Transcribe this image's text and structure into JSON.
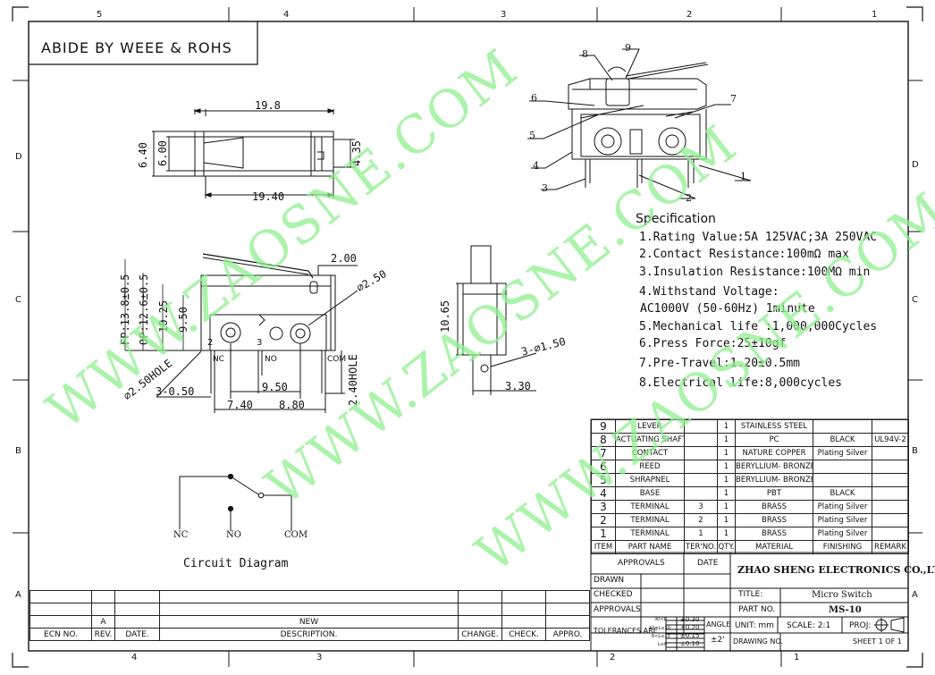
{
  "header": {
    "notice": "ABIDE BY WEEE & ROHS"
  },
  "grid": {
    "top": [
      "5",
      "4",
      "3",
      "2",
      "1"
    ],
    "bottom": [
      "4",
      "3",
      "2",
      "1"
    ],
    "left": [
      "D",
      "C",
      "B",
      "A"
    ],
    "right": [
      "D",
      "C",
      "B",
      "A"
    ]
  },
  "watermark": "WWW.ZAOSNE.COM",
  "top_view": {
    "d_width_top": "19.8",
    "d_width_bottom": "19.40",
    "d_h1": "6.40",
    "d_h2": "6.00",
    "d_h3": "4.35"
  },
  "front_view": {
    "d_lever": "2.00",
    "d_hole_r": "⌀2.50",
    "d_fp": "FP:13.8±0.5",
    "d_op": "OP:12.6±0.5",
    "d_h_1025": "10.25",
    "d_h_950": "9.50",
    "d_hole": "⌀2.50HOLE",
    "d_3_050": "3-0.50",
    "d_950b": "9.50",
    "d_740": "7.40",
    "d_880": "8.80",
    "d_240hole": "2.40HOLE",
    "lbl_nc": "NC",
    "lbl_no": "NO",
    "lbl_com": "COM",
    "pin_2": "2",
    "pin_3": "3"
  },
  "side_view": {
    "d_1065": "10.65",
    "d_3_150": "3-⌀1.50",
    "d_330": "3.30"
  },
  "iso_callouts": [
    "1",
    "2",
    "3",
    "4",
    "5",
    "6",
    "7",
    "8",
    "9"
  ],
  "specification": {
    "title": "Specification",
    "items": [
      "1.Rating Value:5A 125VAC;3A 250VAC",
      "2.Contact Resistance:100mΩ max",
      "3.Insulation Resistance:100MΩ min",
      "4.Withstand Voltage:",
      "AC1000V (50-60Hz) 1minute",
      "5.Mechanical life :1,000,000Cycles",
      "6.Press Force:25±10gf",
      "7.Pre-Travel:1.20±0.5mm",
      "8.Electrical life:8,000cycles"
    ]
  },
  "circuit": {
    "title": "Circuit Diagram",
    "nc": "NC",
    "no": "NO",
    "com": "COM"
  },
  "bom": {
    "rows": [
      [
        "9",
        "LEVER",
        "",
        "1",
        "STAINLESS STEEL",
        "",
        ""
      ],
      [
        "8",
        "ACTUATING SHAFT",
        "",
        "1",
        "PC",
        "BLACK",
        "UL94V-2"
      ],
      [
        "7",
        "CONTACT",
        "",
        "1",
        "NATURE COPPER",
        "Plating Silver",
        ""
      ],
      [
        "6",
        "REED",
        "",
        "1",
        "BERYLLIUM- BRONZE",
        "",
        ""
      ],
      [
        "5",
        "SHRAPNEL",
        "",
        "1",
        "BERYLLIUM- BRONZE",
        "",
        ""
      ],
      [
        "4",
        "BASE",
        "",
        "1",
        "PBT",
        "BLACK",
        ""
      ],
      [
        "3",
        "TERMINAL",
        "3",
        "1",
        "BRASS",
        "Plating Silver",
        ""
      ],
      [
        "2",
        "TERMINAL",
        "2",
        "1",
        "BRASS",
        "Plating Silver",
        ""
      ],
      [
        "1",
        "TERMINAL",
        "1",
        "1",
        "BRASS",
        "Plating Silver",
        ""
      ]
    ],
    "header": [
      "ITEM",
      "PART NAME",
      "TER'NO.",
      "QTY.",
      "MATERIAL",
      "FINISHING",
      "REMARK"
    ]
  },
  "title_block": {
    "approvals": "APPROVALS",
    "date": "DATE",
    "company": "ZHAO SHENG ELECTRONICS CO.,LTD",
    "drawn": "DRAWN",
    "checked": "CHECKED",
    "approvals2": "APPROVALS",
    "title_label": "TITLE:",
    "title_value": "Micro Switch",
    "part_label": "PART NO.",
    "part_value": "MS-10",
    "tolerances": "TOLERANCES ARE",
    "tol_ranges": [
      "30<L",
      "10<L≤30",
      "6<L≤10",
      "L≤6"
    ],
    "tol_values": [
      "±0.30",
      "±0.20",
      "±0.15",
      "±0.10"
    ],
    "angle": "ANGLE",
    "angle_value": "±2'",
    "unit": "UNIT: mm",
    "scale": "SCALE: 2:1",
    "proj": "PROJ:",
    "drawing_no": "DRAWING NO.",
    "sheet": "SHEET  1 OF 1"
  },
  "revision": {
    "row": [
      "",
      "A",
      "",
      "NEW",
      "",
      "",
      ""
    ],
    "header": [
      "ECN NO.",
      "REV.",
      "DATE.",
      "DESCRIPTION.",
      "CHANGE.",
      "CHECK.",
      "APPRO."
    ]
  }
}
